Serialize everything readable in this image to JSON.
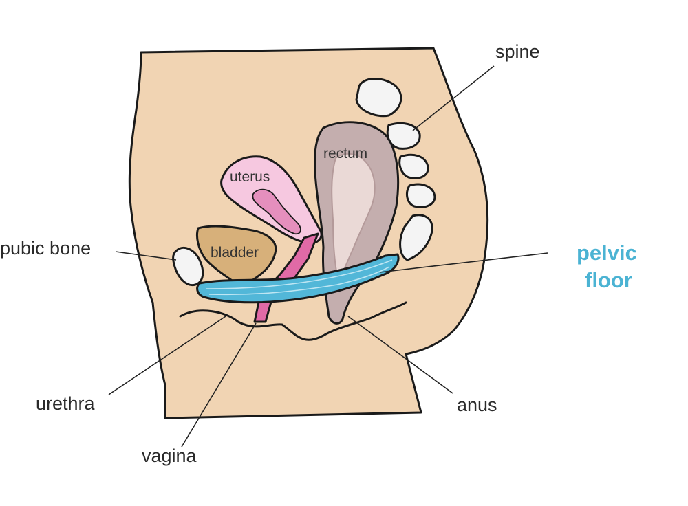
{
  "labels": {
    "spine": "spine",
    "rectum": "rectum",
    "uterus": "uterus",
    "bladder": "bladder",
    "pubic_bone": "pubic bone",
    "pelvic_floor_line1": "pelvic",
    "pelvic_floor_line2": "floor",
    "urethra": "urethra",
    "vagina": "vagina",
    "anus": "anus"
  },
  "colors": {
    "skin": "#f1d4b3",
    "outline": "#1a1a1a",
    "pelvic_floor": "#52b7d8",
    "pelvic_floor_label": "#4bb3d3",
    "bone": "#f4f4f4",
    "rectum_outer": "#c4aeae",
    "rectum_inner": "#ead9d6",
    "uterus_outer": "#f6c8e0",
    "uterus_inner": "#e58fbd",
    "vagina_canal": "#e06aa6",
    "bladder": "#d7b07a"
  }
}
